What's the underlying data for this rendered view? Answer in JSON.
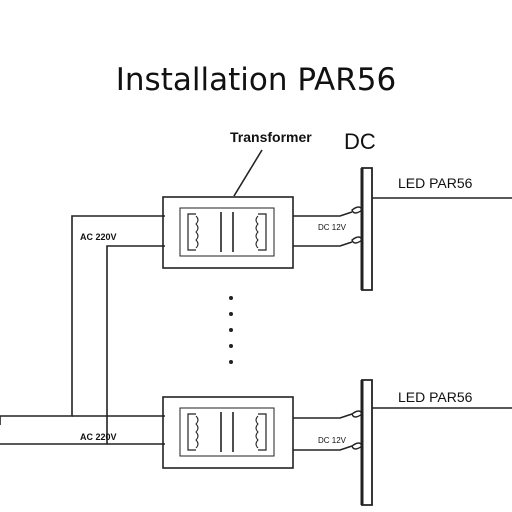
{
  "title": "Installation PAR56",
  "labels": {
    "transformer": "Transformer",
    "dc": "DC",
    "ac_top": "AC 220V",
    "ac_bottom": "AC 220V",
    "dc12_top": "DC 12V",
    "dc12_bottom": "DC 12V",
    "led_top": "LED PAR56",
    "led_bottom": "LED PAR56"
  },
  "colors": {
    "line": "#222222",
    "background": "#ffffff"
  }
}
